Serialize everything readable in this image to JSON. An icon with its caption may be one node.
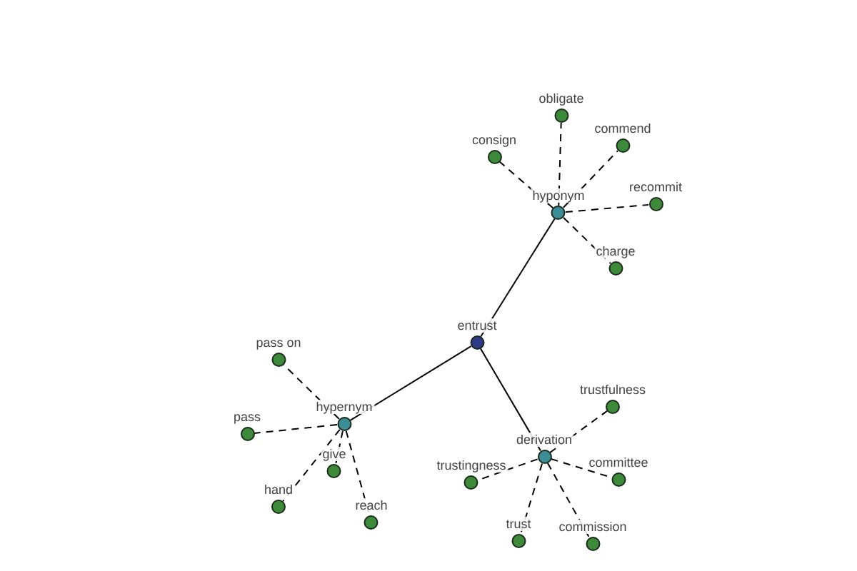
{
  "diagram": {
    "nodes": [
      {
        "text": [
          "entrust"
        ]
      },
      {
        "text": [
          "hyponym"
        ]
      },
      {
        "text": [
          "obligate"
        ]
      },
      {
        "text": [
          "commend"
        ]
      },
      {
        "text": [
          "consign"
        ]
      },
      {
        "text": [
          "recommit"
        ]
      },
      {
        "text": [
          "charge"
        ]
      },
      {
        "text": [
          "hypernym"
        ]
      },
      {
        "text": [
          "pass on"
        ]
      },
      {
        "text": [
          "pass"
        ]
      },
      {
        "text": [
          "give"
        ]
      },
      {
        "text": [
          "hand"
        ]
      },
      {
        "text": [
          "reach"
        ]
      },
      {
        "text": [
          "derivation"
        ]
      },
      {
        "text": [
          "trustfulness"
        ]
      },
      {
        "text": [
          "trustingness"
        ]
      },
      {
        "text": [
          "committee"
        ]
      },
      {
        "text": [
          "trust"
        ]
      },
      {
        "text": [
          "commission"
        ]
      }
    ],
    "edges": [
      {
        "from": 0,
        "to": 1,
        "arrow": "none"
      },
      {
        "from": 0,
        "to": 7,
        "arrow": "none"
      },
      {
        "from": 0,
        "to": 13,
        "arrow": "none"
      },
      {
        "from": 1,
        "to": 2,
        "arrow": "none",
        "style": "dashed"
      },
      {
        "from": 1,
        "to": 3,
        "arrow": "none",
        "style": "dashed"
      },
      {
        "from": 1,
        "to": 4,
        "arrow": "none",
        "style": "dashed"
      },
      {
        "from": 1,
        "to": 5,
        "arrow": "none",
        "style": "dashed"
      },
      {
        "from": 1,
        "to": 6,
        "arrow": "none",
        "style": "dashed"
      },
      {
        "from": 7,
        "to": 8,
        "arrow": "none",
        "style": "dashed"
      },
      {
        "from": 7,
        "to": 9,
        "arrow": "none",
        "style": "dashed"
      },
      {
        "from": 7,
        "to": 10,
        "arrow": "none",
        "style": "dashed"
      },
      {
        "from": 7,
        "to": 11,
        "arrow": "none",
        "style": "dashed"
      },
      {
        "from": 7,
        "to": 12,
        "arrow": "none",
        "style": "dashed"
      },
      {
        "from": 13,
        "to": 14,
        "arrow": "none",
        "style": "dashed"
      },
      {
        "from": 13,
        "to": 15,
        "arrow": "none",
        "style": "dashed"
      },
      {
        "from": 13,
        "to": 16,
        "arrow": "none",
        "style": "dashed"
      },
      {
        "from": 13,
        "to": 17,
        "arrow": "none",
        "style": "dashed"
      },
      {
        "from": 13,
        "to": 18,
        "arrow": "none",
        "style": "dashed"
      }
    ]
  }
}
